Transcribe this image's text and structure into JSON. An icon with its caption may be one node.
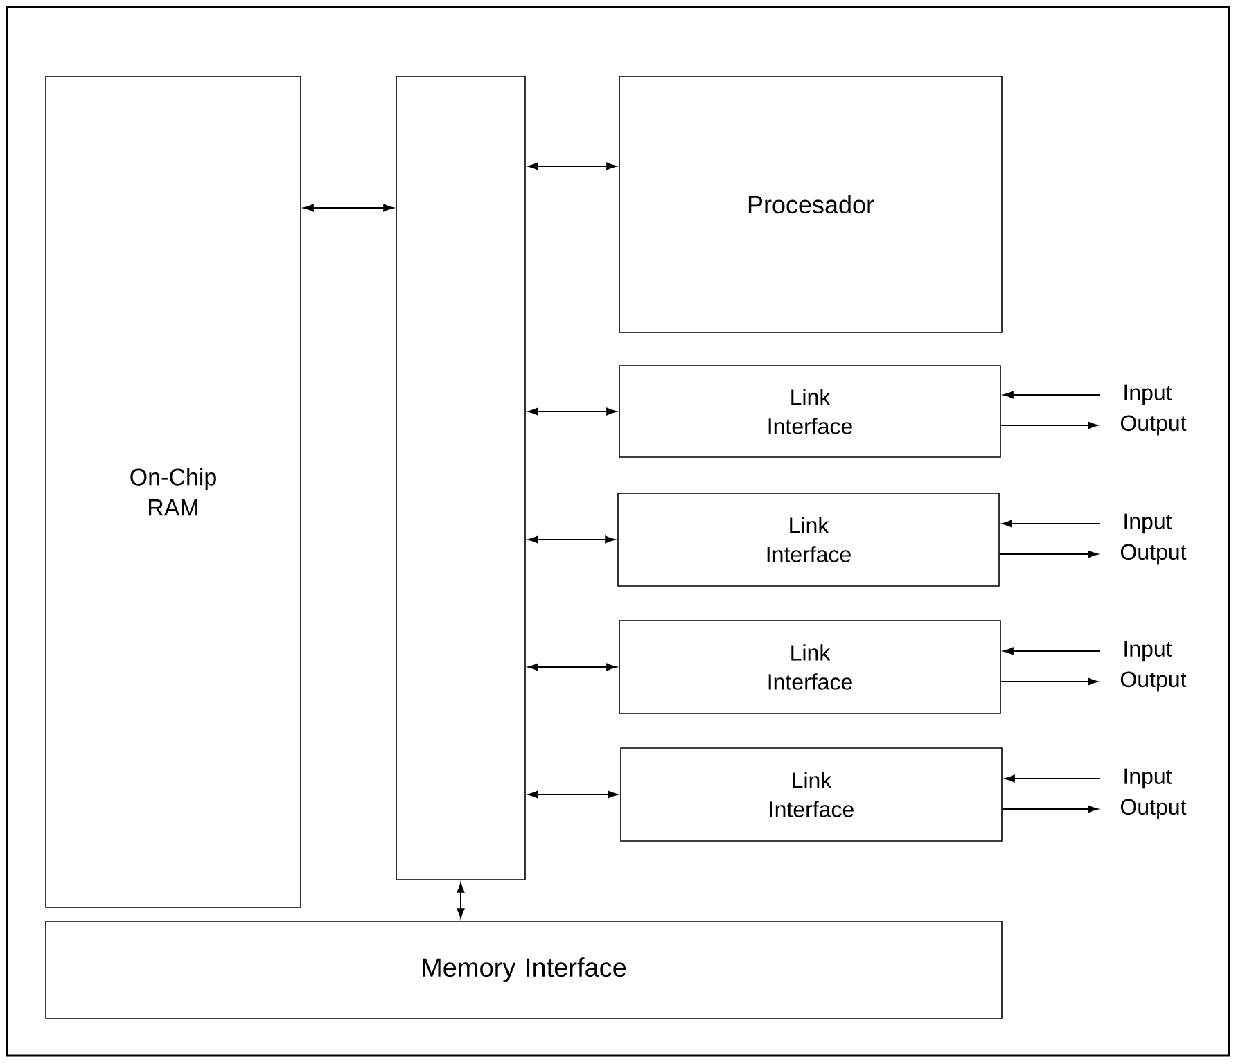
{
  "diagram": {
    "nodes": [
      {
        "text": [
          "On-Chip RAM"
        ]
      },
      {
        "text": [],
        "shape": "box"
      },
      {
        "text": [
          "Procesador"
        ]
      },
      {
        "text": [
          "Link Interface"
        ]
      },
      {
        "text": [
          "Link Interface"
        ]
      },
      {
        "text": [
          "Link Interface"
        ]
      },
      {
        "text": [
          "Link Interface"
        ]
      },
      {
        "text": [
          "Memory Interface"
        ]
      },
      {
        "text": [
          "Input"
        ]
      },
      {
        "text": [
          "Output"
        ]
      },
      {
        "text": [
          "Input"
        ]
      },
      {
        "text": [
          "Output"
        ]
      },
      {
        "text": [
          "Input"
        ]
      },
      {
        "text": [
          "Output"
        ]
      },
      {
        "text": [
          "Input"
        ]
      },
      {
        "text": [
          "Output"
        ]
      }
    ],
    "edges": [
      {
        "from": 0,
        "to": 1,
        "arrow": "both"
      },
      {
        "from": 1,
        "to": 2,
        "arrow": "both"
      },
      {
        "from": 1,
        "to": 3,
        "arrow": "both"
      },
      {
        "from": 1,
        "to": 4,
        "arrow": "both"
      },
      {
        "from": 1,
        "to": 5,
        "arrow": "both"
      },
      {
        "from": 1,
        "to": 6,
        "arrow": "both"
      },
      {
        "from": 1,
        "to": 7,
        "arrow": "both"
      },
      {
        "from": 8,
        "to": 3,
        "arrow": "to"
      },
      {
        "from": 3,
        "to": 9,
        "arrow": "to"
      },
      {
        "from": 10,
        "to": 4,
        "arrow": "to"
      },
      {
        "from": 4,
        "to": 11,
        "arrow": "to"
      },
      {
        "from": 12,
        "to": 5,
        "arrow": "to"
      },
      {
        "from": 5,
        "to": 13,
        "arrow": "to"
      },
      {
        "from": 14,
        "to": 6,
        "arrow": "to"
      },
      {
        "from": 6,
        "to": 15,
        "arrow": "to"
      }
    ]
  }
}
